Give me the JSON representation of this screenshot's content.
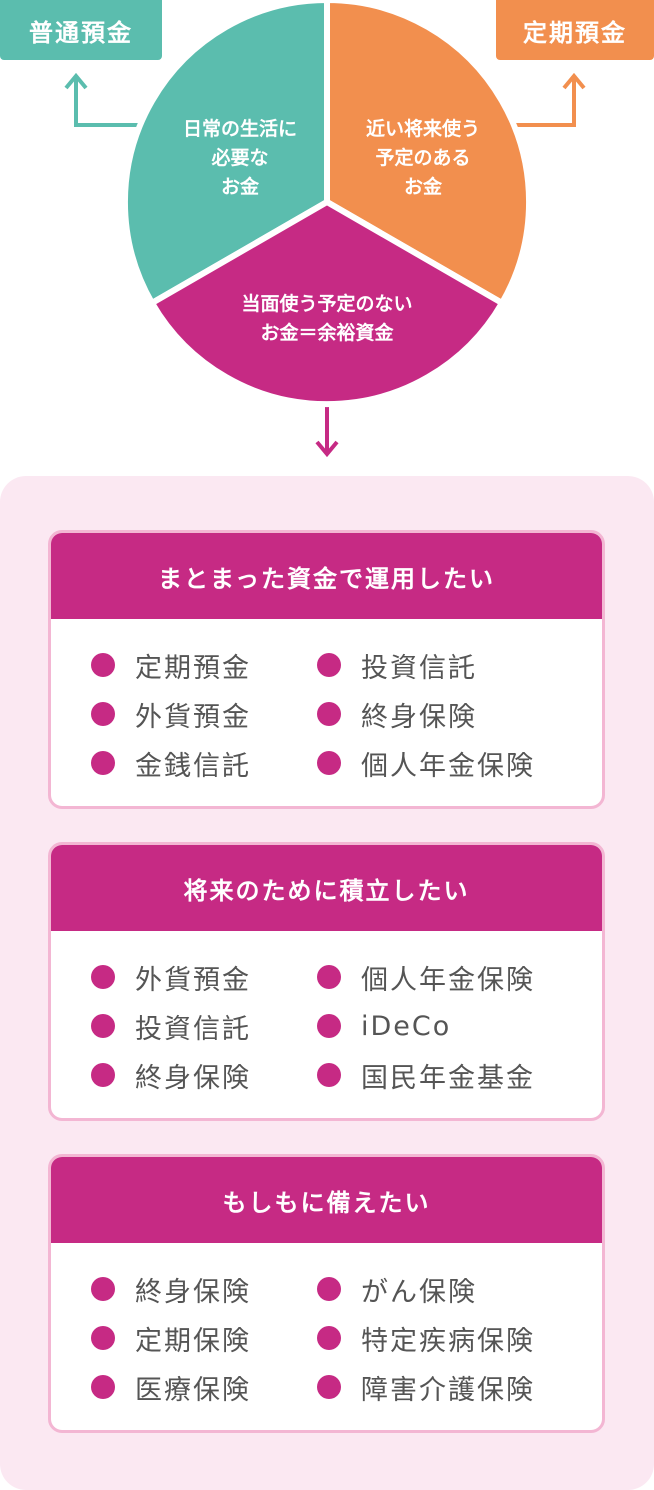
{
  "tags": {
    "left": "普通預金",
    "right": "定期預金"
  },
  "pie": {
    "slices": [
      {
        "label": "日常の生活に\n必要な\nお金",
        "color": "#5bbdae"
      },
      {
        "label": "近い将来使う\n予定のある\nお金",
        "color": "#f28f4e"
      },
      {
        "label": "当面使う予定のない\nお金＝余裕資金",
        "color": "#c62a84"
      }
    ]
  },
  "colors": {
    "accent": "#c62a84",
    "teal": "#5bbdae",
    "orange": "#f28f4e",
    "panel_bg": "#fbe8f2",
    "card_border": "#f3b6d3"
  },
  "cards": [
    {
      "title": "まとまった資金で運用したい",
      "left": [
        "定期預金",
        "外貨預金",
        "金銭信託"
      ],
      "right": [
        "投資信託",
        "終身保険",
        "個人年金保険"
      ]
    },
    {
      "title": "将来のために積立したい",
      "left": [
        "外貨預金",
        "投資信託",
        "終身保険"
      ],
      "right": [
        "個人年金保険",
        "iDeCo",
        "国民年金基金"
      ]
    },
    {
      "title": "もしもに備えたい",
      "left": [
        "終身保険",
        "定期保険",
        "医療保険"
      ],
      "right": [
        "がん保険",
        "特定疾病保険",
        "障害介護保険"
      ]
    }
  ]
}
